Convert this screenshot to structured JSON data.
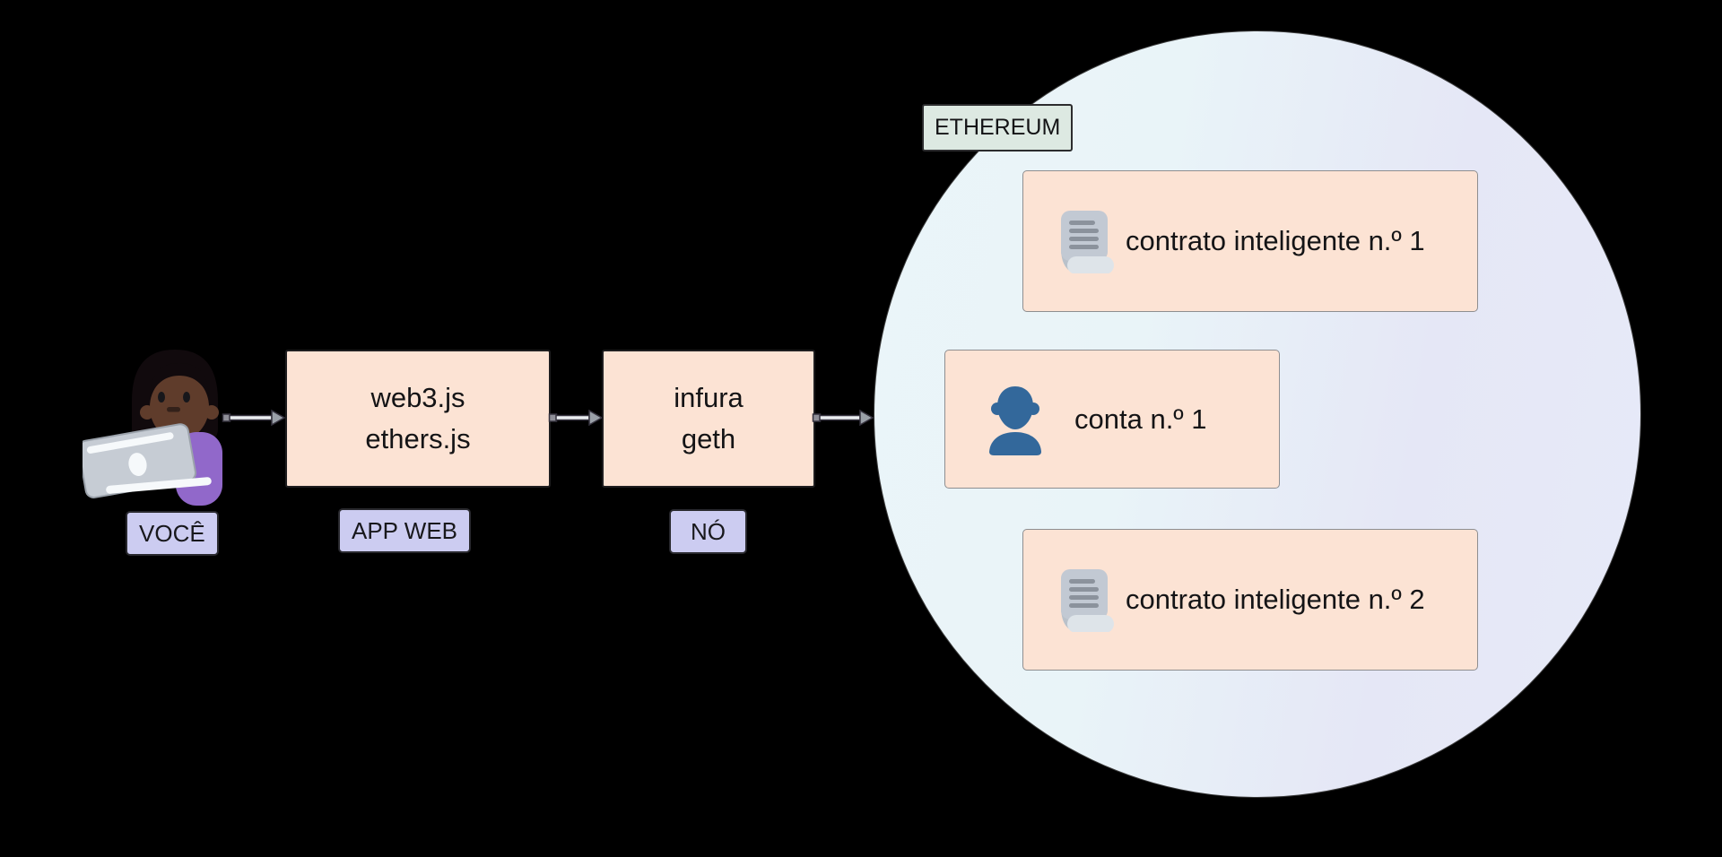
{
  "actor": {
    "tag": "VOCÊ",
    "icon": "woman-technologist-dark-skin-emoji"
  },
  "webapp_box": {
    "line1": "web3.js",
    "line2": "ethers.js",
    "tag": "APP WEB"
  },
  "node_box": {
    "line1": "infura",
    "line2": "geth",
    "tag": "NÓ"
  },
  "ethereum": {
    "tag": "ETHEREUM",
    "items": [
      {
        "icon": "scroll-icon",
        "text": "contrato inteligente n.º 1"
      },
      {
        "icon": "person-silhouette-icon",
        "text": "conta n.º 1"
      },
      {
        "icon": "scroll-icon",
        "text": "contrato inteligente n.º 2"
      }
    ]
  },
  "colors": {
    "background": "#000000",
    "flow_box_fill": "#fce3d4",
    "flow_box_border": "#1d1d1f",
    "item_box_border": "#8e8e90",
    "tag_fill": "#ccccf1",
    "tag_border": "#29292e",
    "ethereum_tag_fill": "#dde9e2",
    "circle_gradient_left": "#ebf5f9",
    "circle_gradient_right": "#e7eaf8",
    "arrow_gray": "#9aa0a8",
    "account_icon_blue": "#33689b",
    "scroll_icon_gray": "#c2c9d3",
    "shirt_purple": "#9168ca",
    "laptop_gray": "#c6ccd4"
  }
}
